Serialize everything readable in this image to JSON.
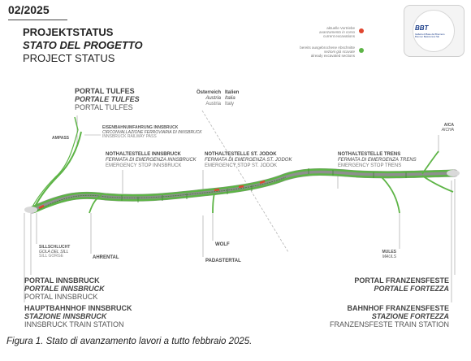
{
  "header": {
    "date": "02/2025",
    "title_de": "PROJEKTSTATUS",
    "title_it": "STATO DEL PROGETTO",
    "title_en": "PROJECT STATUS"
  },
  "legend": {
    "current": {
      "de": "aktuelle Vortriebe",
      "it": "avanzamento in corso",
      "en": "current excavations",
      "color": "#e0462f"
    },
    "completed": {
      "de": "bereits ausgebrochene Abschnitte",
      "it": "sezioni già scavate",
      "en": "already excavated sections",
      "color": "#5db446"
    }
  },
  "logo": {
    "text": "BBT",
    "sub1": "Galleria di Base del Brennero",
    "sub2": "Brenner Basistunnel SE"
  },
  "border": {
    "de_left": "Österreich",
    "it_left": "Austria",
    "en_left": "Austria",
    "de_right": "Italien",
    "it_right": "Italia",
    "en_right": "Italy"
  },
  "labels": {
    "portal_tulfes": {
      "de": "PORTAL TULFES",
      "it": "PORTALE TULFES",
      "en": "PORTAL TULFES"
    },
    "bypass": {
      "de": "EISENBAHNUMFAHRUNG INNSBRUCK",
      "it": "CIRCONVALLAZIONE FERROVIARIA DI INNSBRUCK",
      "en": "INNSBRUCK RAILWAY PASS"
    },
    "ampass": "AMPASS",
    "es_innsbruck": {
      "de": "NOTHALTESTELLE INNSBRUCK",
      "it": "FERMATA DI EMERGENZA INNSBRUCK",
      "en": "EMERGENCY STOP INNSBRUCK"
    },
    "es_jodok": {
      "de": "NOTHALTESTELLE ST. JODOK",
      "it": "FERMATA DI EMERGENZA ST. JODOK",
      "en": "EMERGENCY STOP ST. JODOK"
    },
    "es_trens": {
      "de": "NOTHALTESTELLE TRENS",
      "it": "FERMATA DI EMERGENZA TRENS",
      "en": "EMERGENCY STOP TRENS"
    },
    "aica": {
      "de": "AICA",
      "it": "AICHA"
    },
    "sill": {
      "de": "SILLSCHLUCHT",
      "it": "GOLA DEL SILL",
      "en": "SILL GORGE"
    },
    "ahrental": "AHRENTAL",
    "wolf": "WOLF",
    "padastertal": "PADASTERTAL",
    "mules": {
      "de": "MULES",
      "it": "MAULS"
    },
    "portal_innsbruck": {
      "de": "PORTAL INNSBRUCK",
      "it": "PORTALE INNSBRUCK",
      "en": "PORTAL INNSBRUCK"
    },
    "hbf_innsbruck": {
      "de": "HAUPTBAHNHOF INNSBRUCK",
      "it": "STAZIONE INNSBRUCK",
      "en": "INNSBRUCK TRAIN STATION"
    },
    "portal_franzensfeste": {
      "de": "PORTAL FRANZENSFESTE",
      "it": "PORTALE FORTEZZA",
      "en": ""
    },
    "bf_franzensfeste": {
      "de": "BAHNHOF FRANZENSFESTE",
      "it": "STAZIONE FORTEZZA",
      "en": "FRANZENSFESTE TRAIN STATION"
    }
  },
  "colors": {
    "tunnel": "#5db446",
    "tunnel_dark": "#3f8a32",
    "tunnel_outline": "#9a9a9a",
    "current": "#e0462f"
  },
  "caption": "Figura 1. Stato di avanzamento lavori a tutto febbraio 2025."
}
